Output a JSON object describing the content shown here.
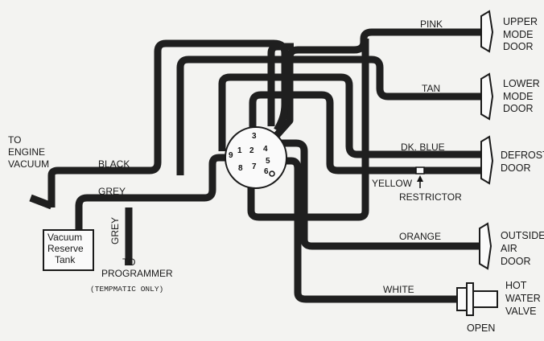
{
  "labels": {
    "to_engine_vacuum": [
      "TO",
      "ENGINE",
      "VACUUM"
    ],
    "black": "BLACK",
    "grey_upper": "GREY",
    "grey_vertical": "GREY",
    "vacuum_reserve_tank": [
      "Vacuum",
      "Reserve",
      "Tank"
    ],
    "to_programmer": [
      "TO",
      "PROGRAMMER"
    ],
    "tempmatic_only": "(TEMPMATIC ONLY)",
    "pink": "PINK",
    "tan": "TAN",
    "dk_blue": "DK. BLUE",
    "yellow": "YELLOW",
    "restrictor": "RESTRICTOR",
    "orange": "ORANGE",
    "white": "WHITE"
  },
  "doors": {
    "upper_mode": [
      "UPPER",
      "MODE",
      "DOOR"
    ],
    "lower_mode": [
      "LOWER",
      "MODE",
      "DOOR"
    ],
    "defrost": [
      "DEFROST",
      "DOOR"
    ],
    "outside_air": [
      "OUTSIDE",
      "AIR",
      "DOOR"
    ],
    "hot_water_valve": [
      "HOT",
      "WATER",
      "VALVE"
    ],
    "open": "OPEN"
  },
  "connector_pins": [
    "1",
    "2",
    "3",
    "4",
    "5",
    "6",
    "7",
    "8",
    "9"
  ],
  "colors": {
    "hose": "#1f1f1f",
    "background": "#f3f3f1",
    "ink": "#1a1a1a"
  }
}
